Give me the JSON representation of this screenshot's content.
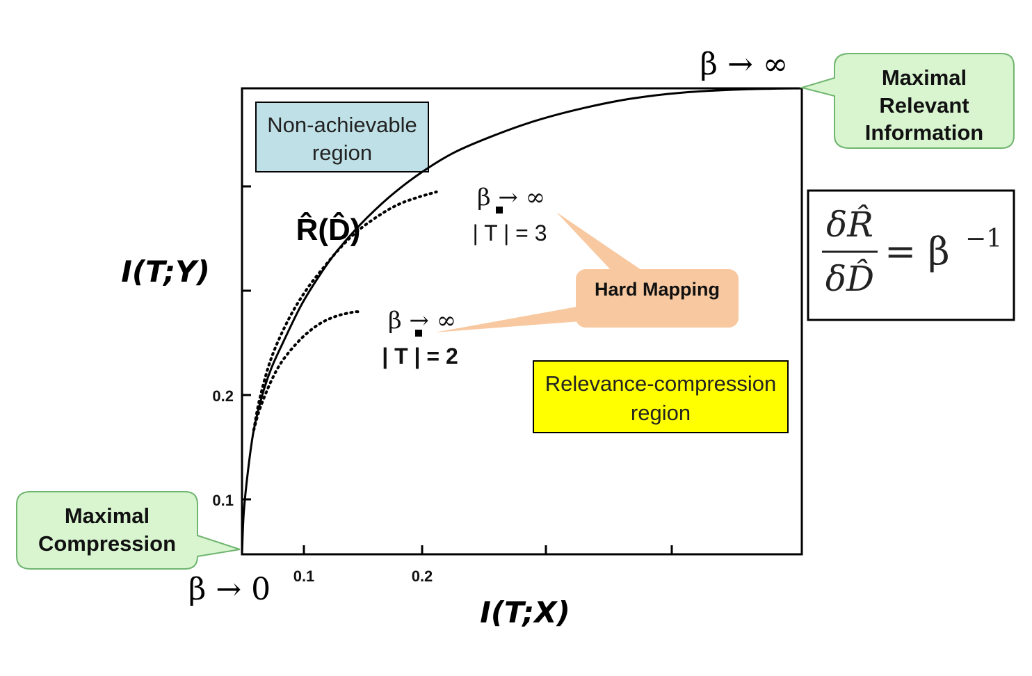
{
  "chart_data": {
    "type": "line",
    "xlabel": "I(T;X)",
    "ylabel": "I(T;Y)",
    "x_ticks": [
      "0.1",
      "0.2"
    ],
    "y_ticks": [
      "0.1",
      "0.2"
    ],
    "xlim": [
      0,
      0.95
    ],
    "ylim": [
      0,
      0.45
    ],
    "series": [
      {
        "x": [
          0,
          0.003,
          0.01,
          0.02,
          0.035,
          0.05,
          0.07,
          0.1,
          0.13,
          0.16,
          0.2,
          0.25,
          0.3,
          0.36,
          0.43,
          0.5,
          0.58,
          0.66,
          0.75,
          0.85,
          0.95
        ],
        "y": [
          0,
          0.04,
          0.08,
          0.12,
          0.155,
          0.18,
          0.205,
          0.24,
          0.268,
          0.292,
          0.318,
          0.345,
          0.367,
          0.388,
          0.405,
          0.419,
          0.431,
          0.44,
          0.446,
          0.449,
          0.45
        ]
      },
      {
        "x": [
          0.02,
          0.03,
          0.05,
          0.08,
          0.11,
          0.14,
          0.17,
          0.2,
          0.24,
          0.27,
          0.3,
          0.33
        ],
        "y": [
          0.12,
          0.15,
          0.19,
          0.228,
          0.256,
          0.278,
          0.298,
          0.314,
          0.33,
          0.339,
          0.345,
          0.35
        ]
      },
      {
        "x": [
          0.02,
          0.03,
          0.05,
          0.07,
          0.1,
          0.13,
          0.16,
          0.19,
          0.2
        ],
        "y": [
          0.12,
          0.14,
          0.168,
          0.188,
          0.208,
          0.222,
          0.23,
          0.234,
          0.234
        ]
      }
    ],
    "annotations": {
      "beta_inf_top": "β → ∞",
      "beta_zero": "β → 0",
      "beta_inf_t3": "β → ∞",
      "t3_label": "| T | = 3",
      "beta_inf_t2": "β → ∞",
      "t2_label": "| T | = 2",
      "rd_label": "R̂(D̂)",
      "non_achievable_line1": "Non-achievable",
      "non_achievable_line2": "region",
      "relevance_line1": "Relevance-compression",
      "relevance_line2": "region",
      "hard_mapping": "Hard Mapping",
      "max_relevant_line1": "Maximal",
      "max_relevant_line2": "Relevant",
      "max_relevant_line3": "Information",
      "max_compression_line1": "Maximal",
      "max_compression_line2": "Compression",
      "equation_num": "δR̂",
      "equation_den": "δD̂",
      "equation_rhs": "= β",
      "equation_exp": "−1"
    },
    "colors": {
      "non_achievable_fill": "#bfe0e6",
      "relevance_fill": "#ffff00",
      "callout_green": "#d8f5d0",
      "callout_green_stroke": "#6fb56f",
      "hard_mapping_fill": "#f8c9a0"
    }
  }
}
